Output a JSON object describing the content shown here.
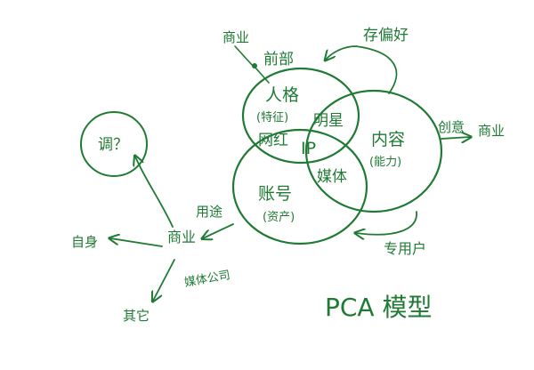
{
  "colors": {
    "ink": "#1f7a34",
    "background": "#ffffff"
  },
  "venn": {
    "persona": {
      "label": "人格",
      "sub": "(特征)"
    },
    "content": {
      "label": "内容",
      "sub": "(能力)"
    },
    "account": {
      "label": "账号",
      "sub": "(资产)"
    },
    "overlaps": {
      "persona_account": "网红",
      "persona_content": "明星",
      "content_account": "媒体",
      "center": "IP"
    }
  },
  "annotations": {
    "fan_label": "前部",
    "commerce_top": "商业",
    "preference": "存偏好",
    "creative_label": "创意",
    "commerce_right": "商业",
    "retention": "专用户",
    "monetize": "用途",
    "commerce_center": "商业",
    "self": "自身",
    "others": "其它",
    "media_company": "媒体公司",
    "question_node": "调？",
    "model_title": "PCA 模型"
  }
}
